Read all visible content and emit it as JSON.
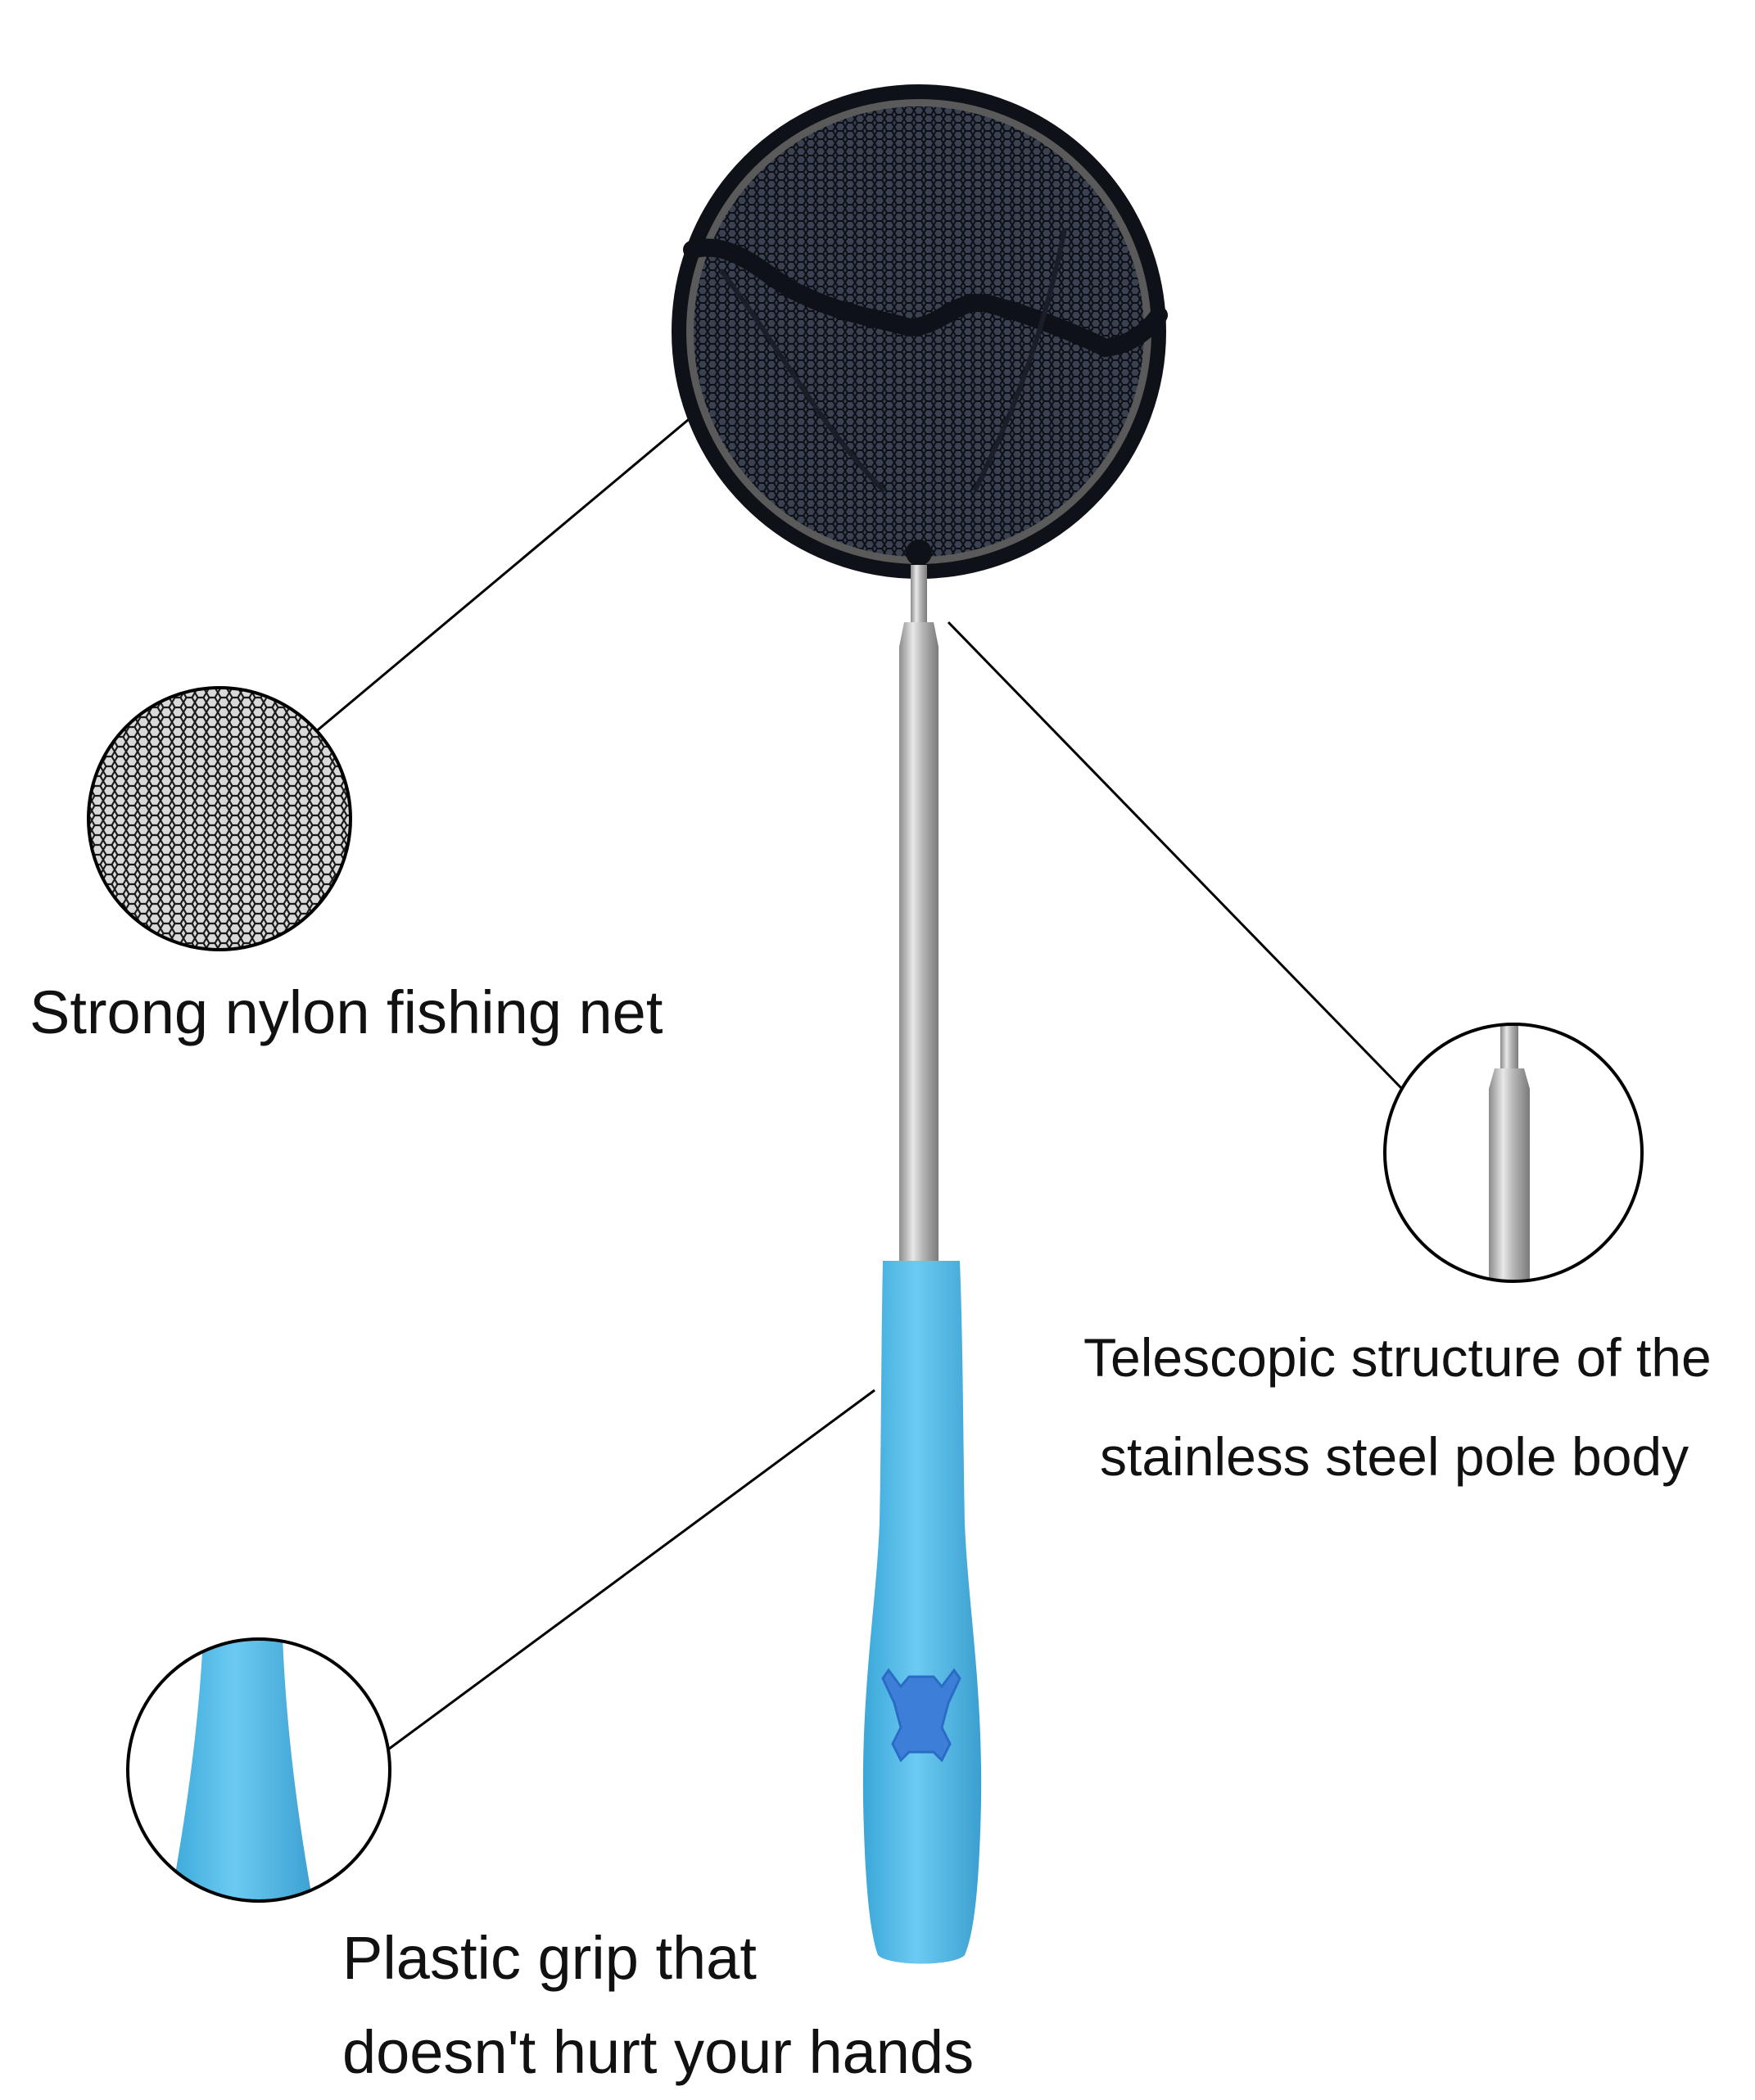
{
  "colors": {
    "background": "#ffffff",
    "net_mesh": "#1e2430",
    "net_rim": "#0f1118",
    "pole_steel": "#c9c9c9",
    "grip_blue": "#55bde9",
    "callout_line": "#000000"
  },
  "icons": [
    "fishing-net-icon",
    "magnifier-callout-icon"
  ],
  "callouts": {
    "net": {
      "label": "Strong nylon fishing net"
    },
    "pole": {
      "line1": "Telescopic structure of the",
      "line2": "stainless steel pole body"
    },
    "grip": {
      "line1": "Plastic grip that",
      "line2": "doesn't hurt your hands"
    }
  }
}
